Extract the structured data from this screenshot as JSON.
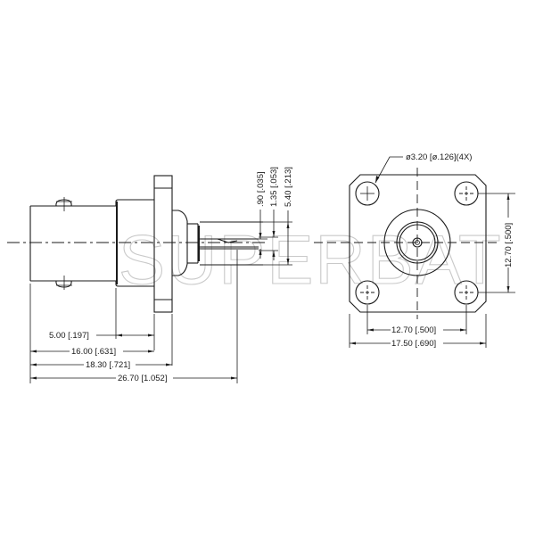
{
  "watermark": "SUPERBAT",
  "side_view": {
    "dimensions": {
      "d1": "5.00 [.197]",
      "d2": "16.00 [.631]",
      "d3": "18.30 [.721]",
      "d4": "26.70 [1.052]",
      "pin_a": ".90 [.035]",
      "pin_b": "1.35 [.053]",
      "pin_c": "5.40 [.213]"
    }
  },
  "front_view": {
    "dimensions": {
      "hole": "ø3.20 [ø.126](4X)",
      "hole_spacing_v": "12.70 [.500]",
      "hole_spacing_h": "12.70 [.500]",
      "flange_width": "17.50 [.690]"
    }
  }
}
